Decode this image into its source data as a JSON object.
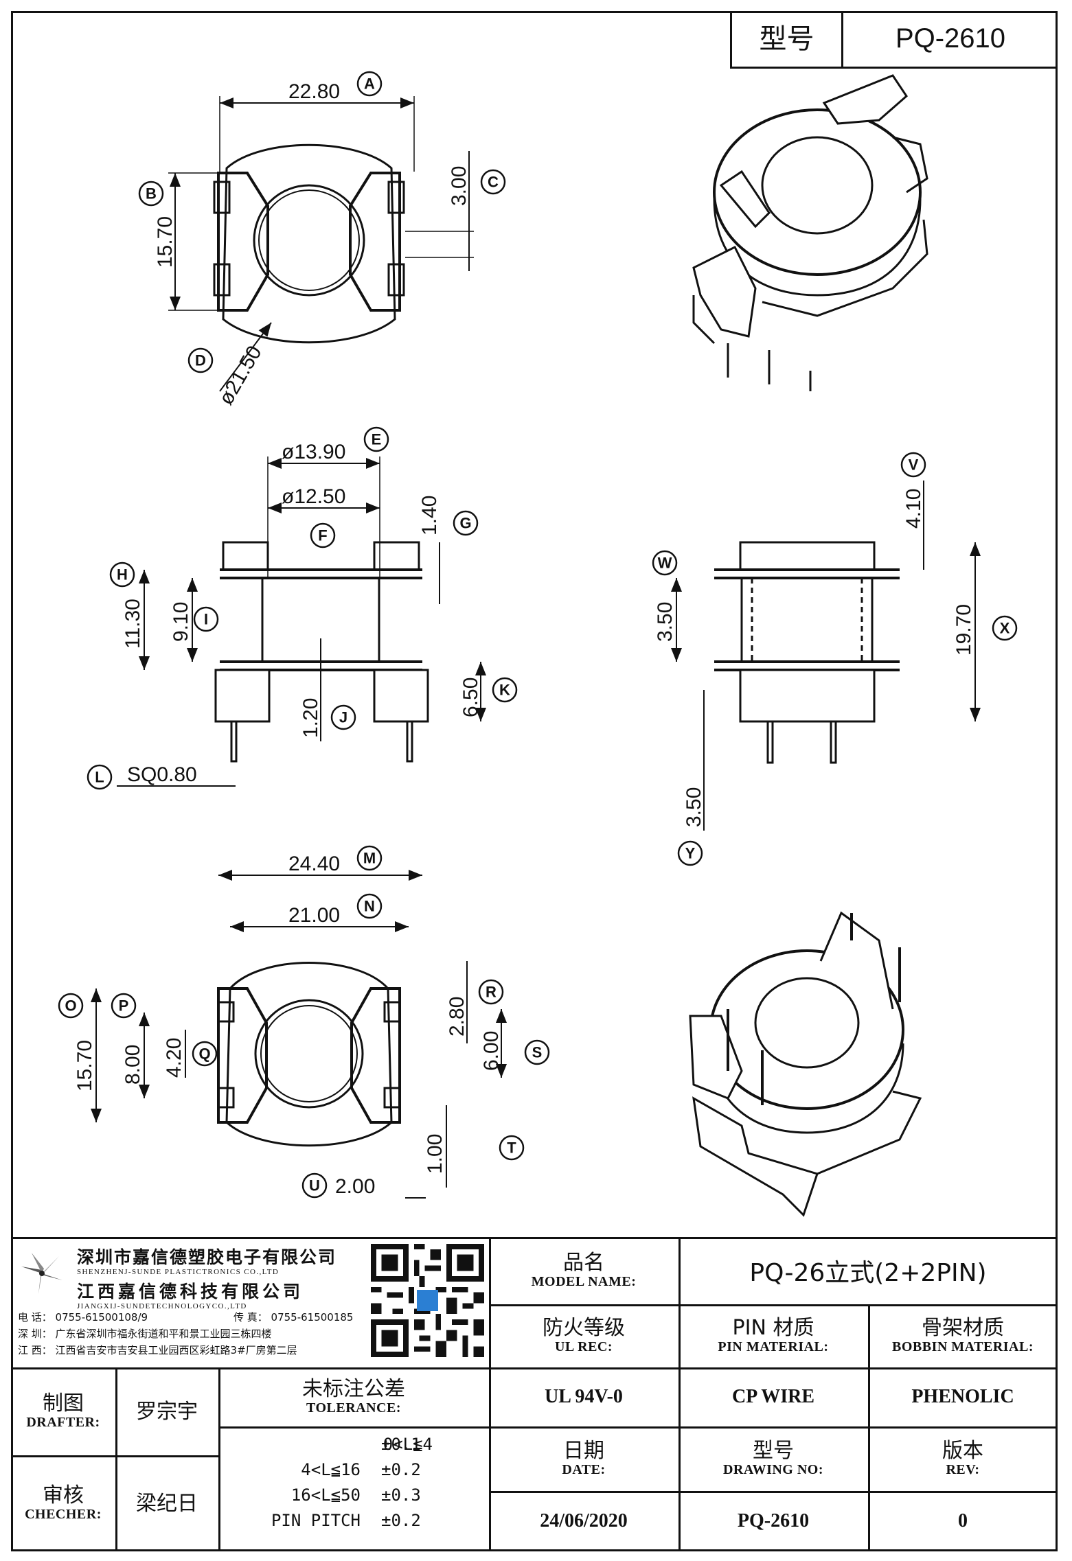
{
  "title_block": {
    "model_label": "型号",
    "model_value": "PQ-2610"
  },
  "views": {
    "top_view": {
      "dims": [
        {
          "code": "A",
          "value": "22.80"
        },
        {
          "code": "B",
          "value": "15.70"
        },
        {
          "code": "C",
          "value": "3.00"
        },
        {
          "code": "D",
          "value": "ø21.50"
        }
      ]
    },
    "front_view": {
      "dims": [
        {
          "code": "E",
          "value": "ø13.90"
        },
        {
          "code": "F",
          "value": "ø12.50"
        },
        {
          "code": "G",
          "value": "1.40"
        },
        {
          "code": "H",
          "value": "11.30"
        },
        {
          "code": "I",
          "value": "9.10"
        },
        {
          "code": "J",
          "value": "1.20"
        },
        {
          "code": "K",
          "value": "6.50"
        },
        {
          "code": "L",
          "value": "SQ0.80"
        }
      ]
    },
    "side_view": {
      "dims": [
        {
          "code": "V",
          "value": "4.10"
        },
        {
          "code": "W",
          "value": "3.50"
        },
        {
          "code": "X",
          "value": "19.70"
        },
        {
          "code": "Y",
          "value": "3.50"
        }
      ]
    },
    "bottom_view": {
      "dims": [
        {
          "code": "M",
          "value": "24.40"
        },
        {
          "code": "N",
          "value": "21.00"
        },
        {
          "code": "O",
          "value": "15.70"
        },
        {
          "code": "P",
          "value": "8.00"
        },
        {
          "code": "Q",
          "value": "4.20"
        },
        {
          "code": "R",
          "value": "2.80"
        },
        {
          "code": "S",
          "value": "6.00"
        },
        {
          "code": "T",
          "value": "1.00"
        },
        {
          "code": "U",
          "value": "2.00"
        }
      ]
    }
  },
  "company": {
    "name_sz": "深圳市嘉信德塑胶电子有限公司",
    "name_sz_en": "SHENZHENJ-SUNDE PLASTICTRONICS CO.,LTD",
    "name_jx": "江西嘉信德科技有限公司",
    "name_jx_en": "JIANGXIJ-SUNDETECHNOLOGYCO.,LTD",
    "phone": "电 话： 0755-61500108/9",
    "fax": "传 真： 0755-61500185",
    "addr_sz": "深 圳： 广东省深圳市福永街道和平和景工业园三栋四楼",
    "addr_jx": "江 西： 江西省吉安市吉安县工业园西区彩虹路3#厂房第二层"
  },
  "info": {
    "product_name_cn": "品名",
    "product_name_en": "MODEL NAME:",
    "product_name_value": "PQ-26立式(2+2PIN)",
    "ul_cn": "防火等级",
    "ul_en": "UL REC:",
    "ul_value": "UL 94V-0",
    "pin_cn": "PIN 材质",
    "pin_en": "PIN MATERIAL:",
    "pin_value": "CP WIRE",
    "bobbin_cn": "骨架材质",
    "bobbin_en": "BOBBIN MATERIAL:",
    "bobbin_value": "PHENOLIC",
    "date_cn": "日期",
    "date_en": "DATE:",
    "date_value": "24/06/2020",
    "drawing_cn": "型号",
    "drawing_en": "DRAWING NO:",
    "drawing_value": "PQ-2610",
    "rev_cn": "版本",
    "rev_en": "REV:",
    "rev_value": "0",
    "drafter_cn": "制图",
    "drafter_en": "DRAFTER:",
    "drafter_value": "罗宗宇",
    "checker_cn": "审核",
    "checker_en": "CHECHER:",
    "checker_value": "梁纪日",
    "tolerance_cn": "未标注公差",
    "tolerance_en": "TOLERANCE:",
    "tolerances": [
      {
        "range": "0<L≦4",
        "value": "±0.1"
      },
      {
        "range": "4<L≦16",
        "value": "±0.2"
      },
      {
        "range": "16<L≦50",
        "value": "±0.3"
      },
      {
        "range": "PIN PITCH",
        "value": "±0.2"
      }
    ]
  }
}
